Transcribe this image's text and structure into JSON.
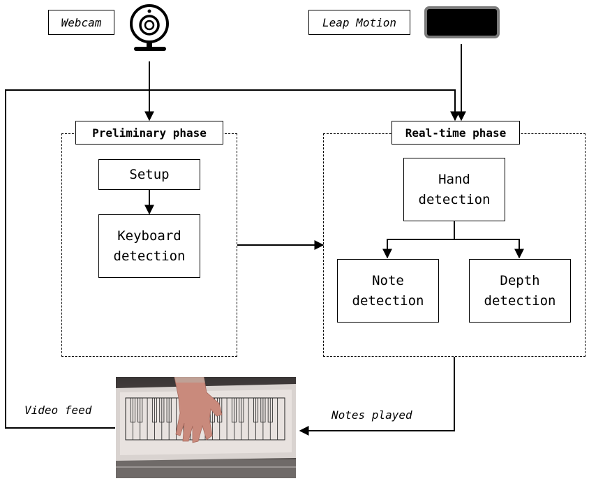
{
  "inputs": {
    "webcam_label": "Webcam",
    "leap_label": "Leap Motion"
  },
  "preliminary": {
    "title": "Preliminary phase",
    "setup": "Setup",
    "keyboard": "Keyboard\ndetection"
  },
  "realtime": {
    "title": "Real-time phase",
    "hand": "Hand\ndetection",
    "note": "Note\ndetection",
    "depth": "Depth\ndetection"
  },
  "edges": {
    "video_feed": "Video feed",
    "notes_played": "Notes played"
  },
  "icons": {
    "webcam": "webcam-icon",
    "leap": "leap-motion-device-icon",
    "photo": "keyboard-photo-with-hand"
  }
}
